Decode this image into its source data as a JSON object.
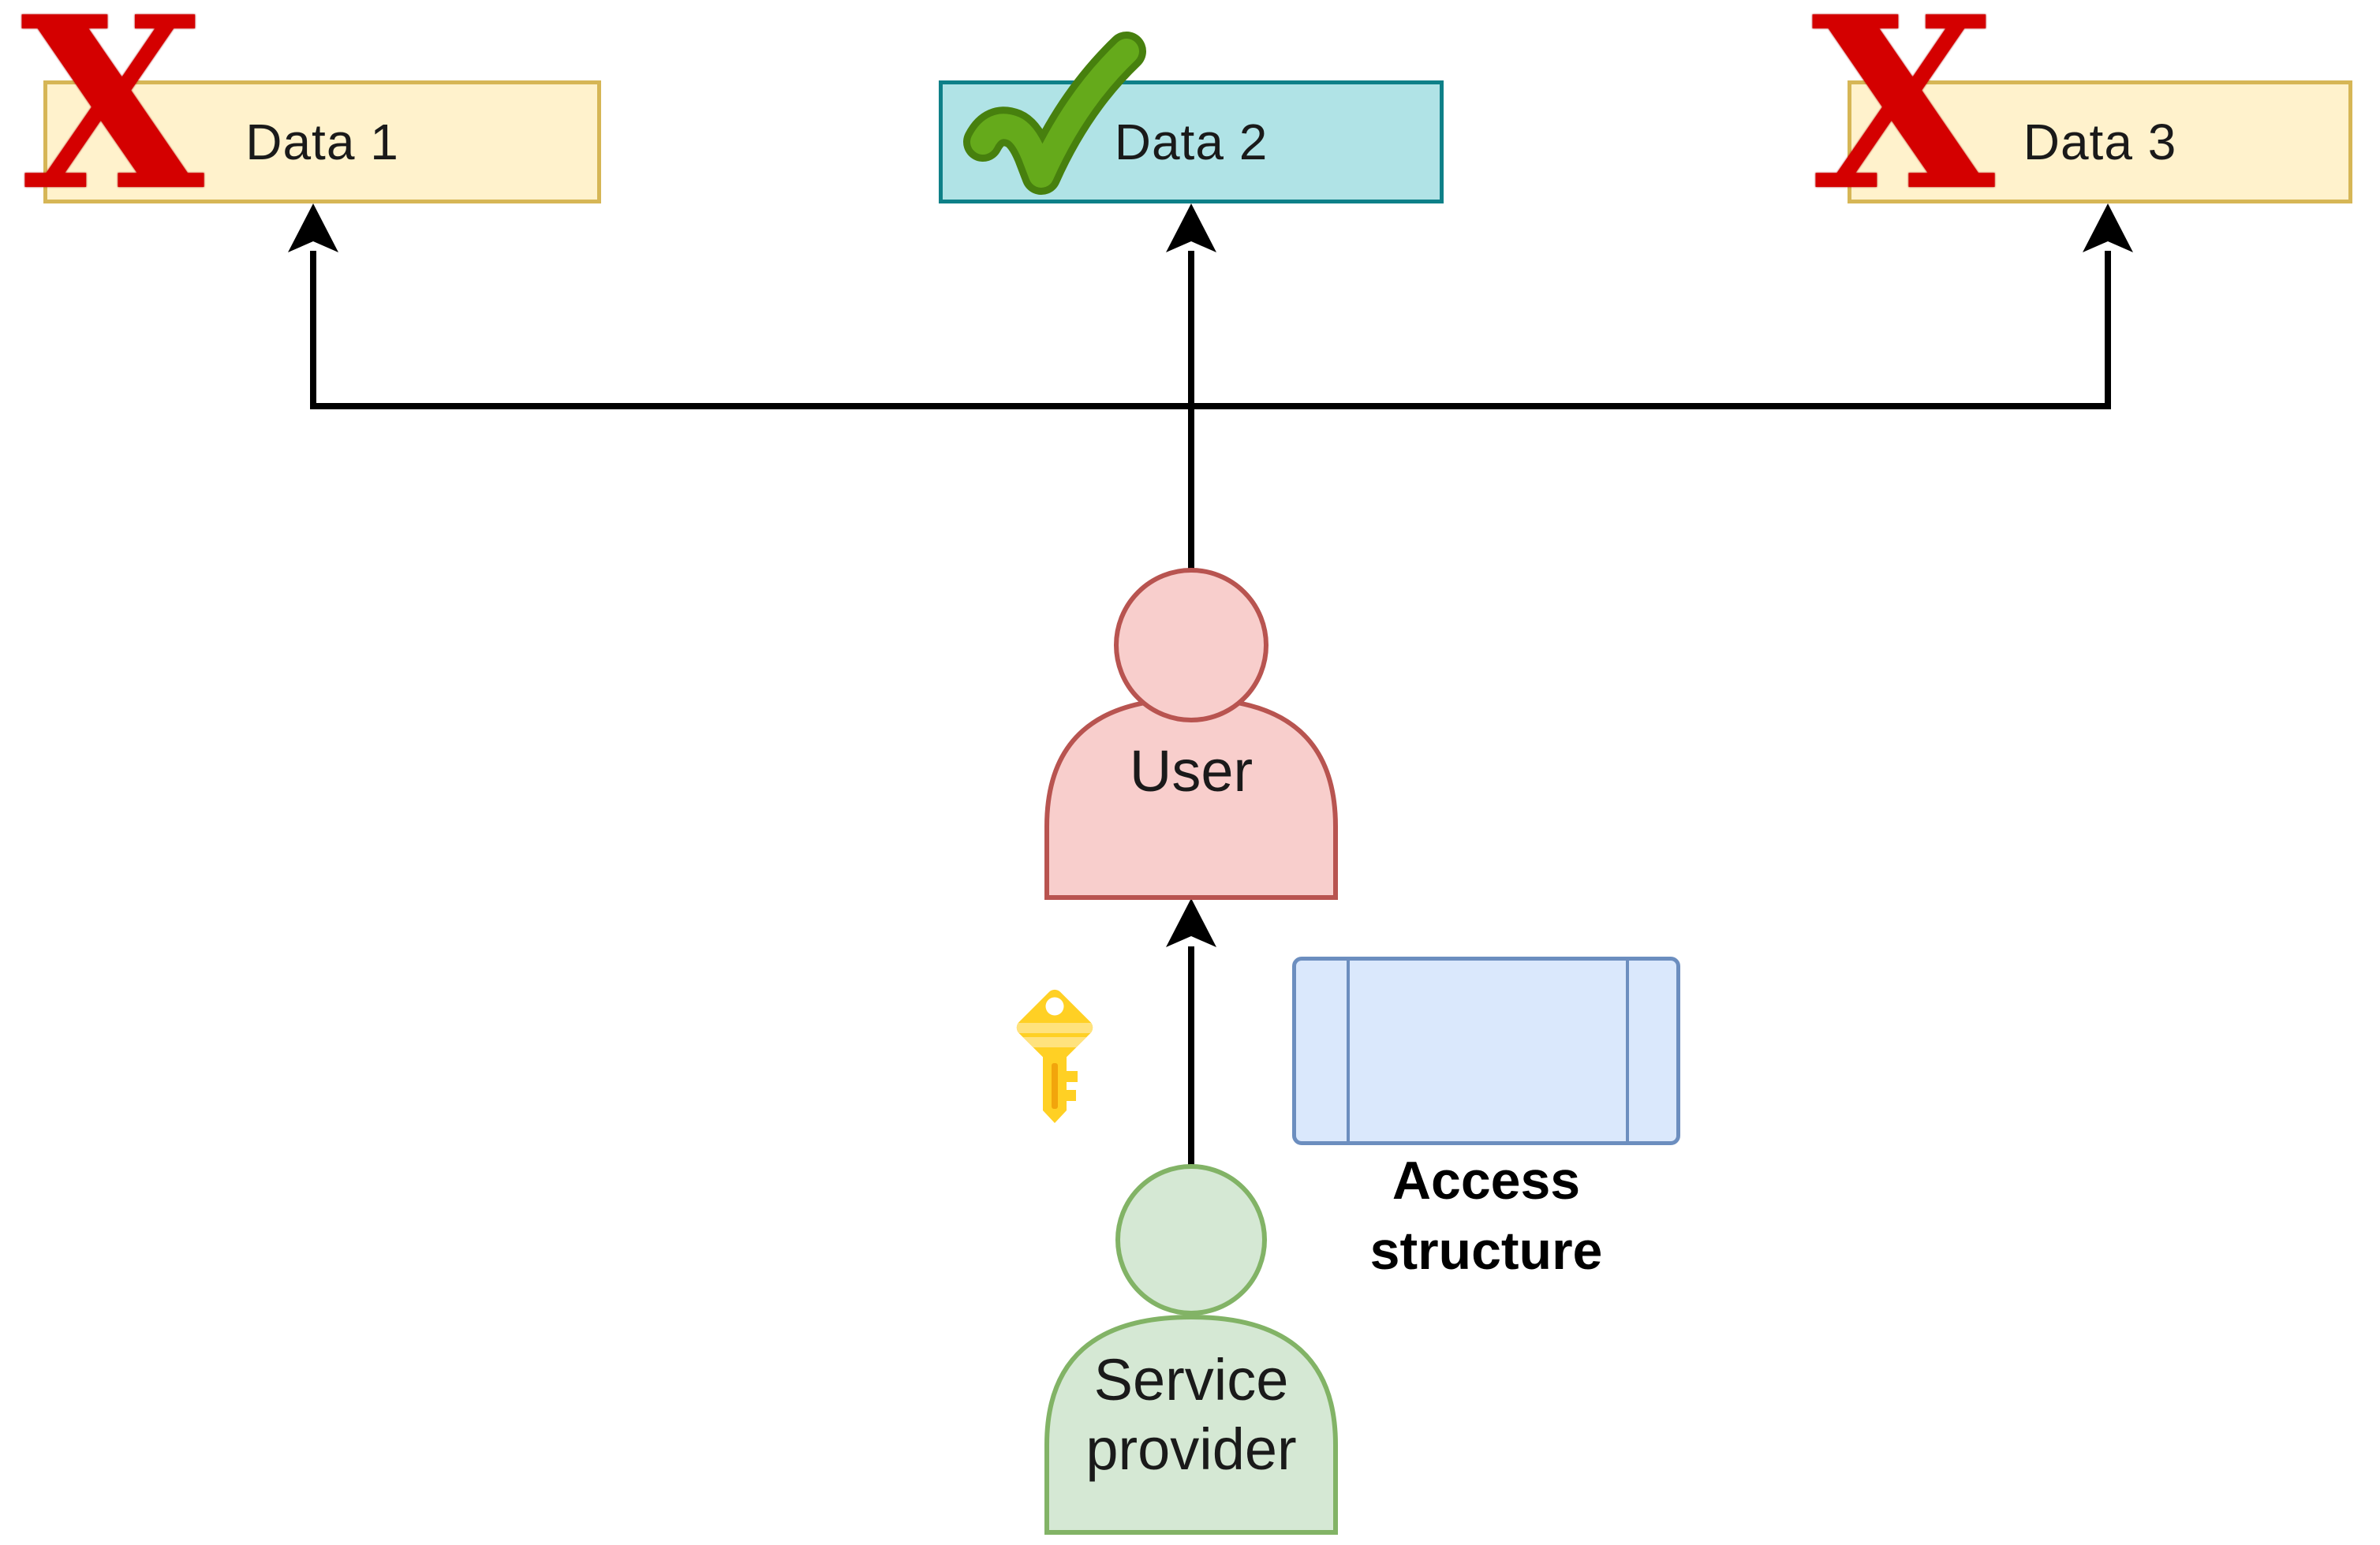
{
  "diagram": {
    "data_boxes": [
      {
        "label": "Data 1",
        "access": "denied"
      },
      {
        "label": "Data 2",
        "access": "granted"
      },
      {
        "label": "Data 3",
        "access": "denied"
      }
    ],
    "denied_glyph": "X",
    "user": {
      "label": "User"
    },
    "service_provider": {
      "label": "Service provider"
    },
    "access_structure": {
      "label": "Access structure"
    },
    "icons": {
      "denied": "x-icon",
      "granted": "checkmark-icon",
      "key": "key-icon"
    },
    "colors": {
      "data_box_fill": "#fff2cc",
      "data_box_border": "#d6b656",
      "granted_box_fill": "#b0e3e6",
      "granted_box_border": "#0e8088",
      "user_fill": "#f8cecc",
      "user_border": "#b85450",
      "service_provider_fill": "#d5e8d4",
      "service_provider_border": "#82b366",
      "access_structure_fill": "#dae8fc",
      "access_structure_border": "#6c8ebf",
      "denied_mark": "#d40000",
      "granted_mark": "#65aa1b",
      "key_gold": "#ffd024",
      "arrow": "#000000"
    }
  }
}
